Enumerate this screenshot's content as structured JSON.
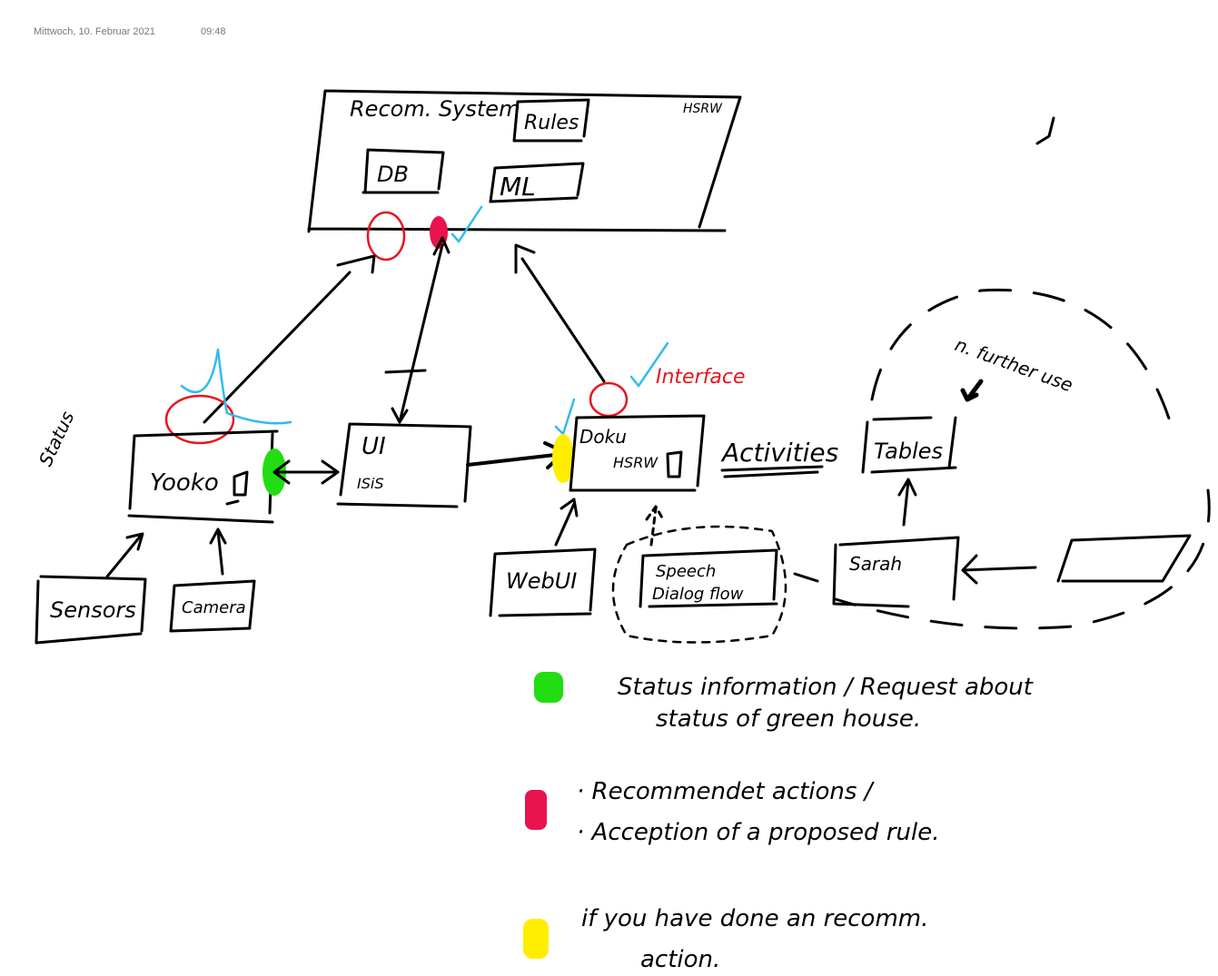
{
  "header": {
    "date": "Mittwoch, 10. Februar 2021",
    "time": "09:48"
  },
  "diagram": {
    "recom_system": {
      "title": "Recom. System",
      "org": "HSRW",
      "rules": "Rules",
      "db": "DB",
      "ml": "ML"
    },
    "status_label": "Status",
    "yooko": "Yooko",
    "ui": {
      "title": "UI",
      "sub": "ISiS"
    },
    "doku": {
      "title": "Doku",
      "sub": "HSRW"
    },
    "interface_label": "Interface",
    "activities": "Activities",
    "tables": "Tables",
    "further_use": "n. further use",
    "sensors": "Sensors",
    "camera": "Camera",
    "webui": "WebUI",
    "speech": "Speech Dialog flow",
    "sarah": "Sarah"
  },
  "legend": [
    {
      "color": "#22dd11",
      "lines": [
        "Status information / Request about",
        "status of green house."
      ]
    },
    {
      "color": "#e8144e",
      "lines": [
        "· Recommendet actions /",
        "· Acception of a proposed rule."
      ]
    },
    {
      "color": "#ffee00",
      "lines": [
        "if you have done an recomm.",
        "action."
      ]
    }
  ],
  "colors": {
    "green": "#22dd11",
    "red": "#e8144e",
    "yellow": "#ffee00",
    "circle": "#e8141e",
    "check": "#33bbee"
  }
}
